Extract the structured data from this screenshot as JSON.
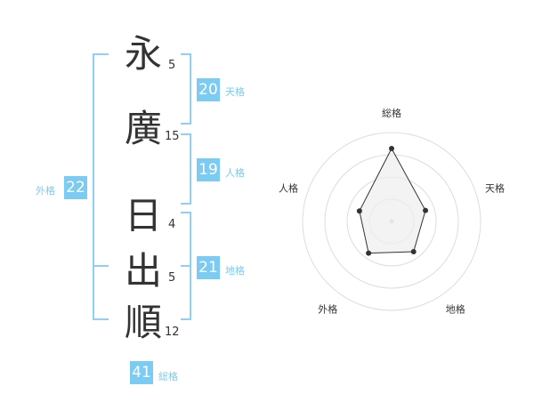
{
  "characters": [
    {
      "char": "永",
      "strokes": "5"
    },
    {
      "char": "廣",
      "strokes": "15"
    },
    {
      "char": "日",
      "strokes": "4"
    },
    {
      "char": "出",
      "strokes": "5"
    },
    {
      "char": "順",
      "strokes": "12"
    }
  ],
  "scores": {
    "tenkaku": {
      "value": "20",
      "label": "天格"
    },
    "jinkaku": {
      "value": "19",
      "label": "人格"
    },
    "chikaku": {
      "value": "21",
      "label": "地格"
    },
    "gaikaku": {
      "value": "22",
      "label": "外格"
    },
    "soukaku": {
      "value": "41",
      "label": "総格"
    }
  },
  "colors": {
    "accent": "#7ccbf3",
    "bracket": "#8fd0f4",
    "text": "#333333"
  },
  "chart_data": {
    "type": "radar",
    "axes": [
      "総格",
      "天格",
      "地格",
      "外格",
      "人格"
    ],
    "values": [
      41,
      20,
      21,
      22,
      19
    ],
    "grid": true
  }
}
